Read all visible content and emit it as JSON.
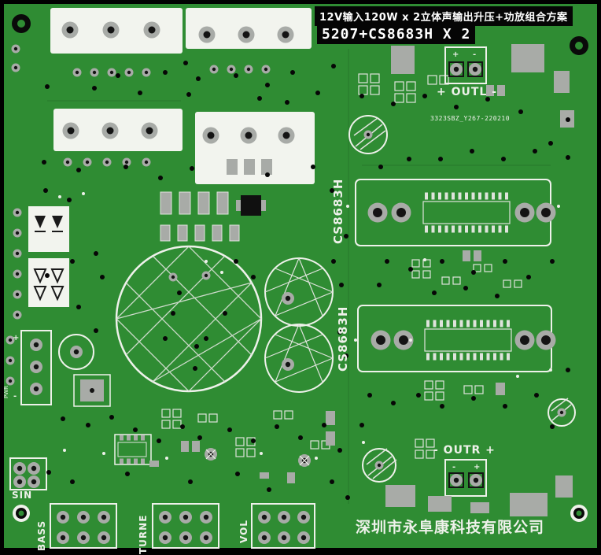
{
  "banner": {
    "line1": "12V输入120W x 2立体声输出升压+功放组合方案",
    "line2": "5207+CS8683H X 2"
  },
  "silkscreen": {
    "serial": "3323SBZ_Y267-220210",
    "outl": "+ OUTL -",
    "outr": "- OUTR +",
    "amp_top": "CS8683H",
    "amp_bottom": "CS8683H",
    "company": "深圳市永阜康科技有限公司",
    "sin": "SIN",
    "bass": "BASS",
    "turne": "TURNE",
    "vol": "VOL",
    "pwr": "PWR",
    "plus": "+",
    "minus": "-"
  },
  "colors": {
    "board_green": "#2f8c33",
    "silkscreen_white": "#eef1ea",
    "pad_gray": "#a8aba7",
    "hole_black": "#0a0a0a",
    "banner_black": "#050505"
  }
}
